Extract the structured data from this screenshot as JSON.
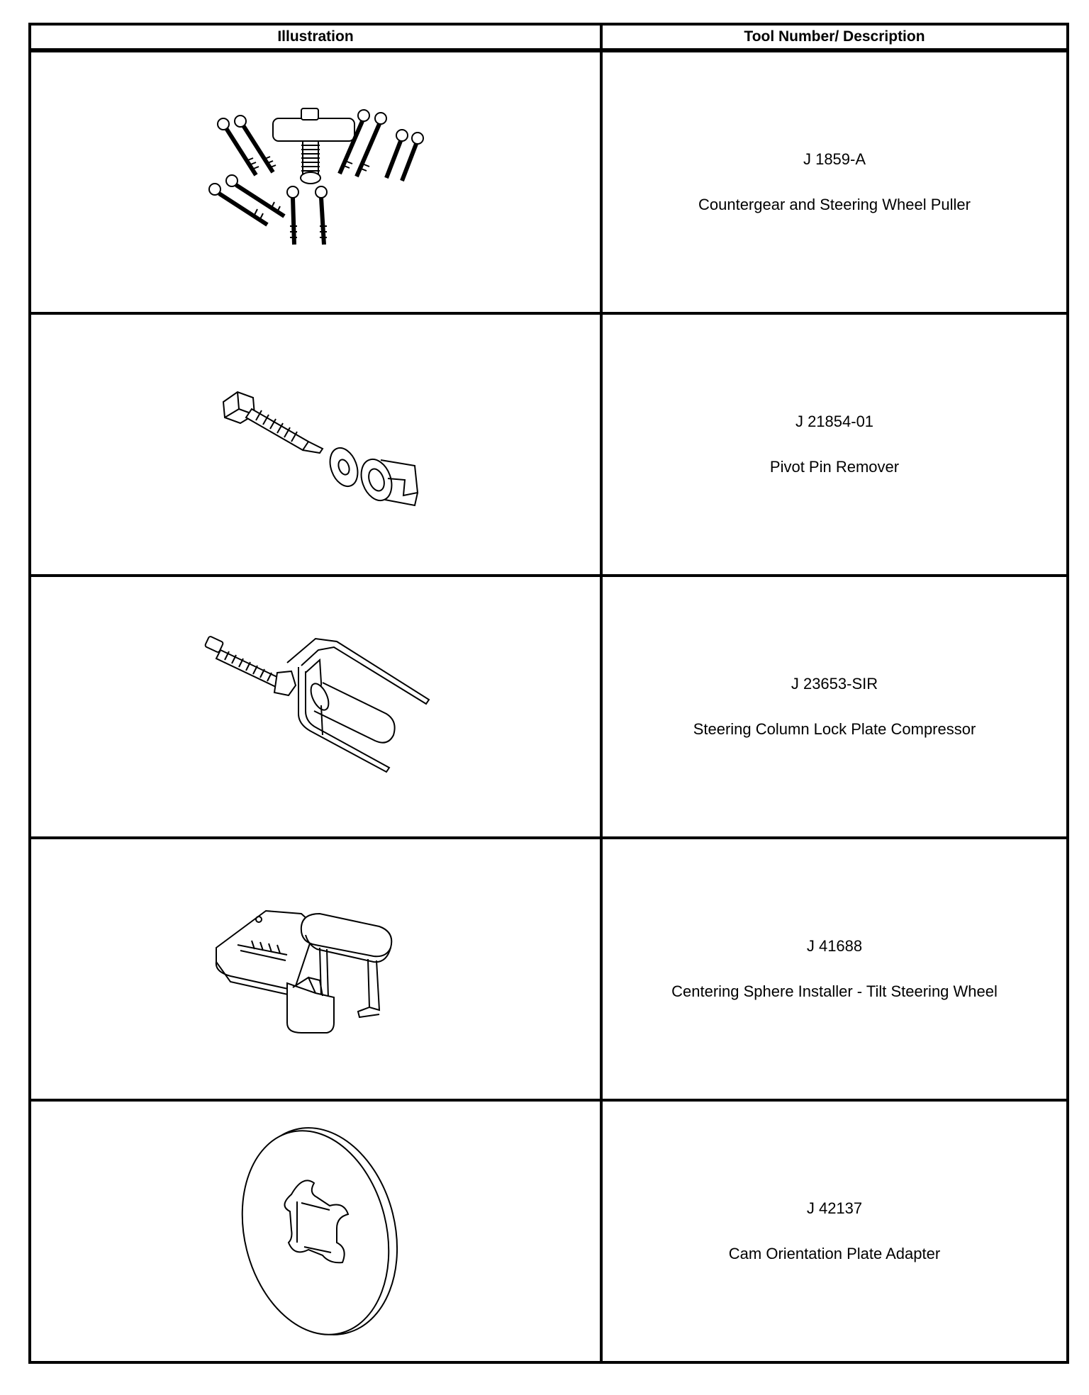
{
  "table": {
    "headers": {
      "illustration": "Illustration",
      "tool_description": "Tool Number/ Description"
    },
    "rows": [
      {
        "tool_number": "J 1859-A",
        "description": "Countergear and Steering Wheel Puller",
        "illustration_icon": "puller-bolt-set-icon"
      },
      {
        "tool_number": "J 21854-01",
        "description": "Pivot Pin Remover",
        "illustration_icon": "pivot-pin-remover-icon"
      },
      {
        "tool_number": "J 23653-SIR",
        "description": "Steering Column Lock Plate Compressor",
        "illustration_icon": "lock-plate-compressor-icon"
      },
      {
        "tool_number": "J 41688",
        "description": "Centering Sphere Installer - Tilt Steering Wheel",
        "illustration_icon": "centering-sphere-installer-icon"
      },
      {
        "tool_number": "J 42137",
        "description": "Cam Orientation Plate Adapter",
        "illustration_icon": "cam-plate-adapter-icon"
      }
    ]
  }
}
